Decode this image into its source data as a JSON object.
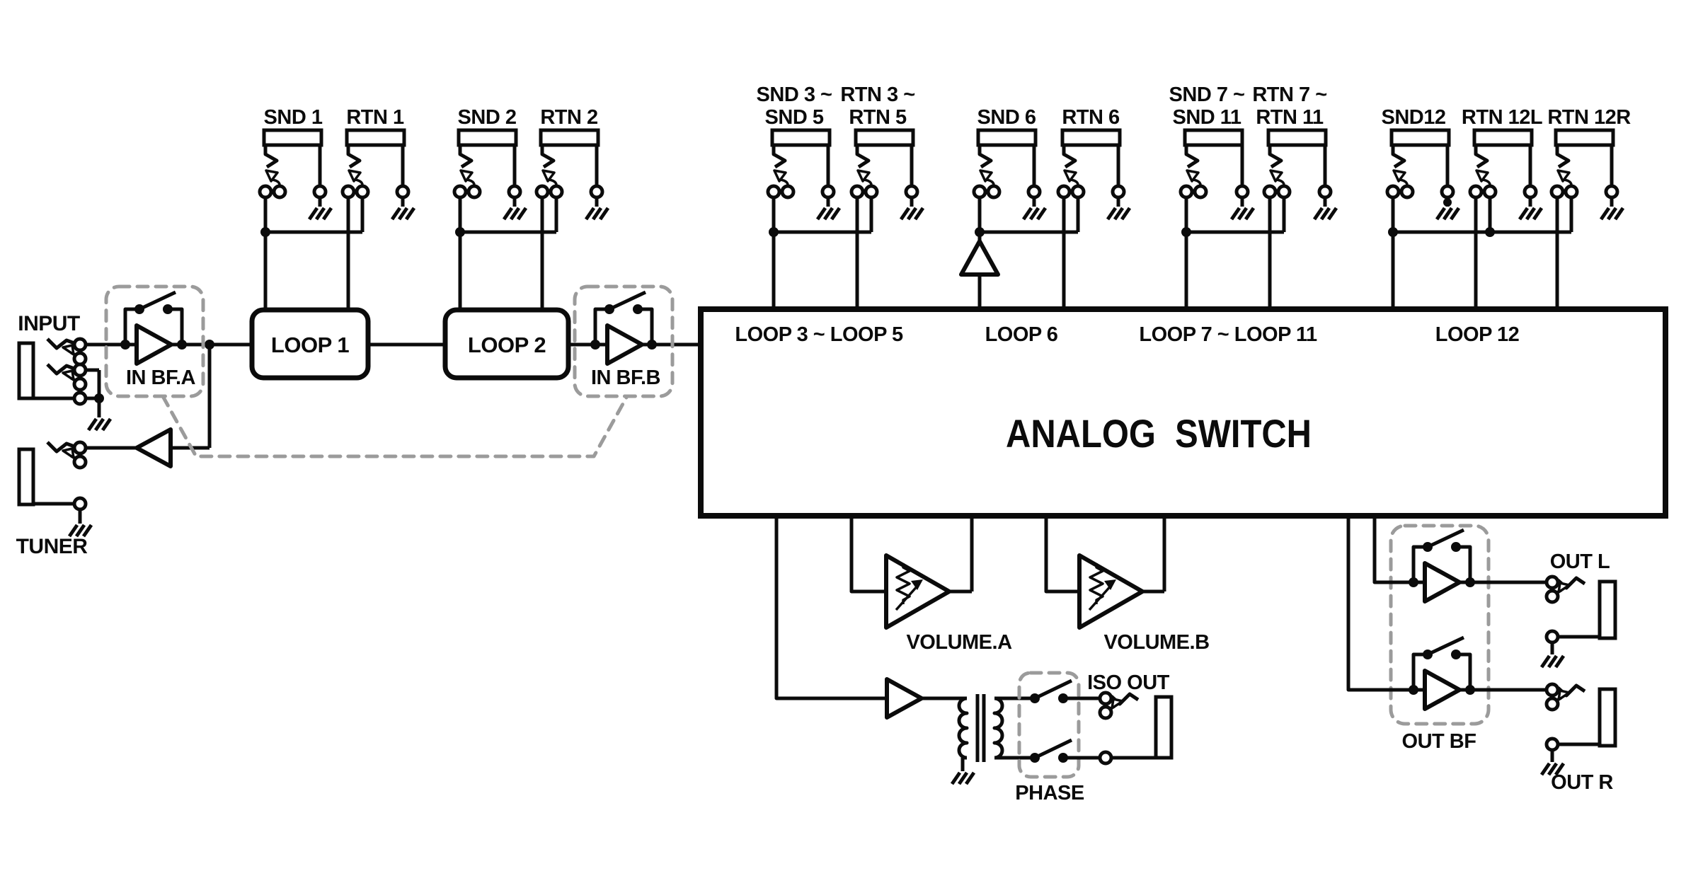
{
  "diagram_title": "ANALOG  SWITCH",
  "colors": {
    "line": "#0b0b0b",
    "dashed_outline": "#9b9b9b",
    "background": "#ffffff"
  },
  "jacks": {
    "snd1": {
      "label": "SND 1"
    },
    "rtn1": {
      "label": "RTN 1"
    },
    "snd2": {
      "label": "SND 2"
    },
    "rtn2": {
      "label": "RTN 2"
    },
    "snd3_5": {
      "line1": "SND 3 ~",
      "line2": "SND 5"
    },
    "rtn3_5": {
      "line1": "RTN 3 ~",
      "line2": "RTN 5"
    },
    "snd6": {
      "label": "SND 6"
    },
    "rtn6": {
      "label": "RTN 6"
    },
    "snd7_11": {
      "line1": "SND 7 ~",
      "line2": "SND 11"
    },
    "rtn7_11": {
      "line1": "RTN 7 ~",
      "line2": "RTN 11"
    },
    "snd12": {
      "label": "SND12"
    },
    "rtn12l": {
      "label": "RTN 12L"
    },
    "rtn12r": {
      "label": "RTN 12R"
    },
    "input": {
      "label": "INPUT"
    },
    "tuner": {
      "label": "TUNER"
    },
    "iso_out": {
      "label": "ISO OUT"
    },
    "out_l": {
      "label": "OUT L"
    },
    "out_r": {
      "label": "OUT R"
    }
  },
  "blocks": {
    "in_bf_a": "IN BF.A",
    "in_bf_b": "IN BF.B",
    "loop1": "LOOP 1",
    "loop2": "LOOP 2",
    "analog_switch_title": "ANALOG  SWITCH",
    "asw_loop3_5": "LOOP 3 ~ LOOP 5",
    "asw_loop6": "LOOP 6",
    "asw_loop7_11": "LOOP 7 ~ LOOP 11",
    "asw_loop12": "LOOP 12",
    "volume_a": "VOLUME.A",
    "volume_b": "VOLUME.B",
    "phase": "PHASE",
    "out_bf": "OUT BF"
  }
}
